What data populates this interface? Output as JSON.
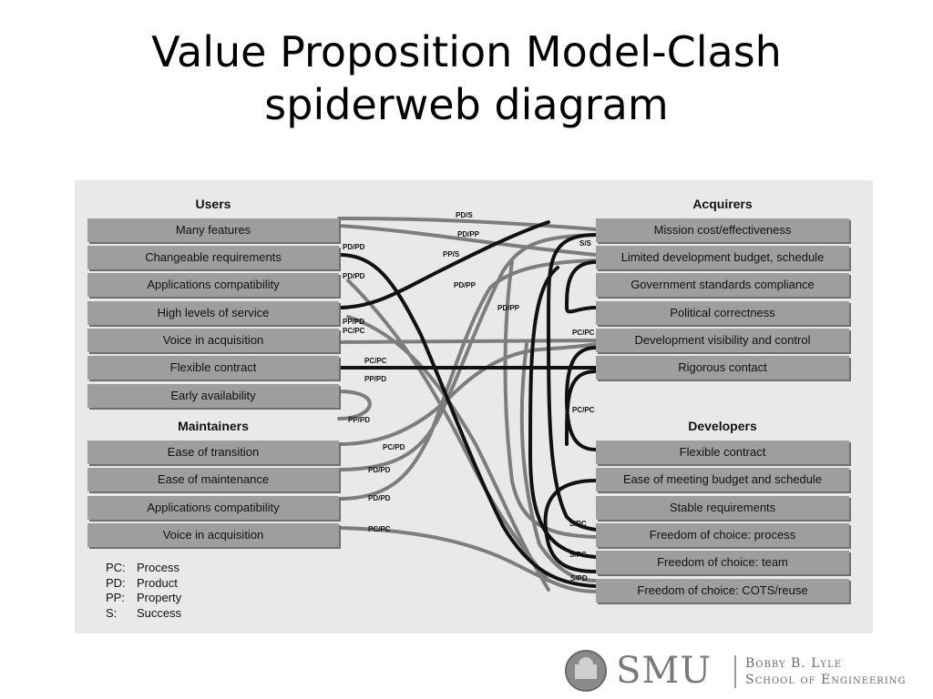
{
  "title": {
    "line1": "Value Proposition Model-Clash",
    "line2": "spiderweb diagram"
  },
  "users": {
    "heading": "Users",
    "items": [
      "Many features",
      "Changeable requirements",
      "Applications compatibility",
      "High levels of service",
      "Voice in acquisition",
      "Flexible contract",
      "Early availability"
    ]
  },
  "maintainers": {
    "heading": "Maintainers",
    "items": [
      "Ease of transition",
      "Ease of maintenance",
      "Applications compatibility",
      "Voice in acquisition"
    ]
  },
  "acquirers": {
    "heading": "Acquirers",
    "items": [
      "Mission cost/effectiveness",
      "Limited development budget, schedule",
      "Government standards compliance",
      "Political correctness",
      "Development visibility and control",
      "Rigorous contact"
    ]
  },
  "developers": {
    "heading": "Developers",
    "items": [
      "Flexible contract",
      "Ease of meeting budget and schedule",
      "Stable requirements",
      "Freedom of choice: process",
      "Freedom of choice: team",
      "Freedom of choice: COTS/reuse"
    ]
  },
  "legend": [
    {
      "key": "PC:",
      "value": "Process"
    },
    {
      "key": "PD:",
      "value": "Product"
    },
    {
      "key": "PP:",
      "value": "Property"
    },
    {
      "key": "S:",
      "value": "Success"
    }
  ],
  "link_labels": {
    "pd_s": "PD/S",
    "pd_pp_1": "PD/PP",
    "pp_s": "PP/S",
    "pd_pp_2": "PD/PP",
    "pd_pp_3": "PD/PP",
    "pd_pd_1": "PD/PD",
    "pd_pd_2": "PD/PD",
    "pp_pd_1": "PP/PD",
    "pc_pc_1": "PC/PC",
    "pc_pc_2": "PC/PC",
    "pp_pd_2": "PP/PD",
    "pp_pd_3": "PP/PD",
    "pc_pd": "PC/PD",
    "pd_pd_3": "PD/PD",
    "pd_pd_4": "PD/PD",
    "pc_pc_3": "PC/PC",
    "s_s": "S/S",
    "pc_pc_4": "PC/PC",
    "pc_pc_5": "PC/PC",
    "s_pc_1": "S/PC",
    "s_pc_2": "S/PC",
    "s_pd": "S/PD"
  },
  "logo": {
    "brand": "SMU",
    "school_line1": "Bobby B. Lyle",
    "school_line2": "School of Engineering"
  },
  "colors": {
    "black_links": "#111111",
    "gray_links": "#7d7d7d",
    "row_fill": "#9e9e9e",
    "panel_bg": "#e9e9e9"
  }
}
